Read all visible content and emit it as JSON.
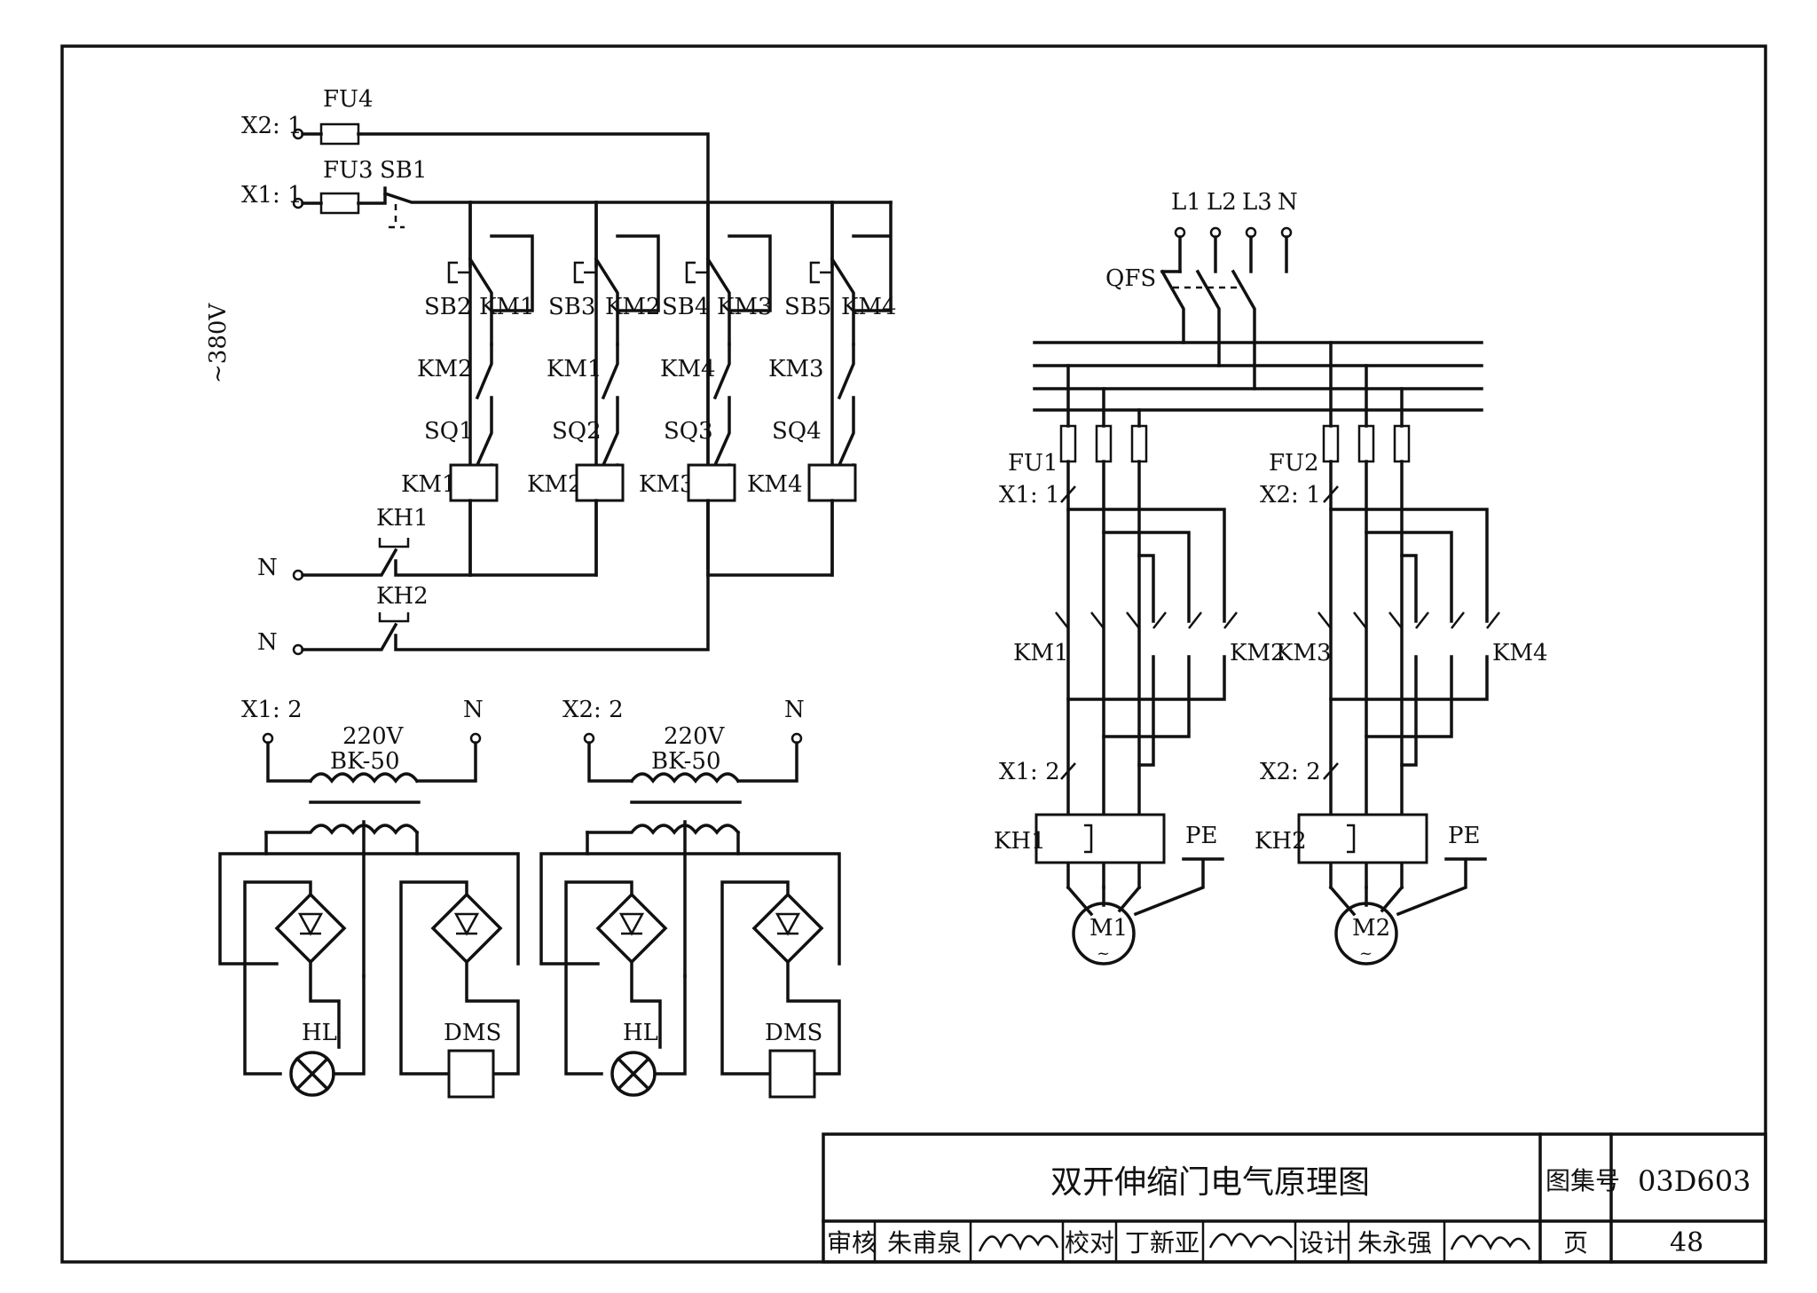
{
  "drawing": {
    "title": "双开伸缩门电气原理图",
    "atlas_label": "图集号",
    "atlas_number": "03D603",
    "page_label": "页",
    "page_number": "48",
    "review_label": "审核",
    "reviewer": "朱甫泉",
    "check_label": "校对",
    "checker": "丁新亚",
    "design_label": "设计",
    "designer": "朱永强"
  },
  "control": {
    "voltage": "~380V",
    "terminal_x2": "X2: 1",
    "terminal_x1": "X1: 1",
    "neutral_1": "N",
    "neutral_2": "N",
    "fuse_4": "FU4",
    "fuse_3": "FU3",
    "stop_button": "SB1",
    "buttons": [
      "SB2",
      "SB3",
      "SB4",
      "SB5"
    ],
    "holding_contacts": [
      "KM1",
      "KM2",
      "KM3",
      "KM4"
    ],
    "interlocks": [
      "KM2",
      "KM1",
      "KM4",
      "KM3"
    ],
    "limit_switches": [
      "SQ1",
      "SQ2",
      "SQ3",
      "SQ4"
    ],
    "coils": [
      "KM1",
      "KM2",
      "KM3",
      "KM4"
    ],
    "overloads": [
      "KH1",
      "KH2"
    ]
  },
  "lighting": [
    {
      "terminal": "X1: 2",
      "neutral": "N",
      "voltage": "220V",
      "transformer": "BK-50",
      "lamp": "HL",
      "lock": "DMS"
    },
    {
      "terminal": "X2: 2",
      "neutral": "N",
      "voltage": "220V",
      "transformer": "BK-50",
      "lamp": "HL",
      "lock": "DMS"
    }
  ],
  "power": {
    "phases": [
      "L1",
      "L2",
      "L3",
      "N"
    ],
    "breaker": "QFS",
    "motors": [
      {
        "fuse": "FU1",
        "term_in": "X1: 1",
        "contactor_fwd": "KM1",
        "contactor_rev": "KM2",
        "term_out": "X1: 2",
        "relay": "KH1",
        "earth": "PE",
        "motor": "M1",
        "motor_symbol": "~"
      },
      {
        "fuse": "FU2",
        "term_in": "X2: 1",
        "contactor_fwd": "KM3",
        "contactor_rev": "KM4",
        "term_out": "X2: 2",
        "relay": "KH2",
        "earth": "PE",
        "motor": "M2",
        "motor_symbol": "~"
      }
    ]
  }
}
